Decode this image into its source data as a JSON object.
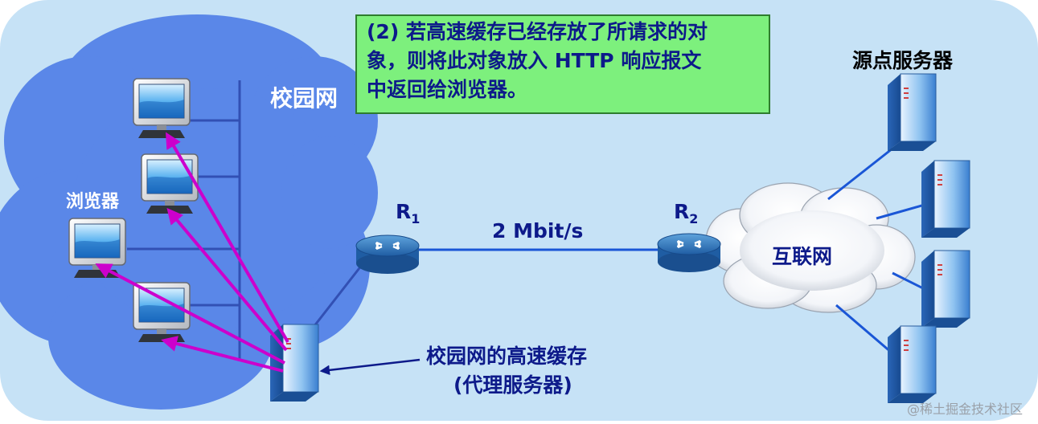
{
  "labels": {
    "campus_network": "校园网",
    "browsers": "浏览器",
    "router1_base": "R",
    "router1_sub": "1",
    "router2_base": "R",
    "router2_sub": "2",
    "link_speed": "2 Mbit/s",
    "origin_servers": "源点服务器",
    "internet": "互联网",
    "cache_line1": "校园网的高速缓存",
    "cache_line2": "(代理服务器)",
    "watermark": "@稀土掘金技术社区"
  },
  "callout": {
    "lines": [
      "(2) 若高速缓存已经存放了所请求的对",
      "象，则将此对象放入 HTTP 响应报文",
      "中返回给浏览器。"
    ]
  },
  "colors": {
    "background": "#c6e2f6",
    "campus_cloud": "#5a87e8",
    "callout_fill": "#7df07d",
    "arrow_magenta": "#cc00cc",
    "link_blue": "#1a56d6",
    "label_navy": "#0d1a8a"
  }
}
